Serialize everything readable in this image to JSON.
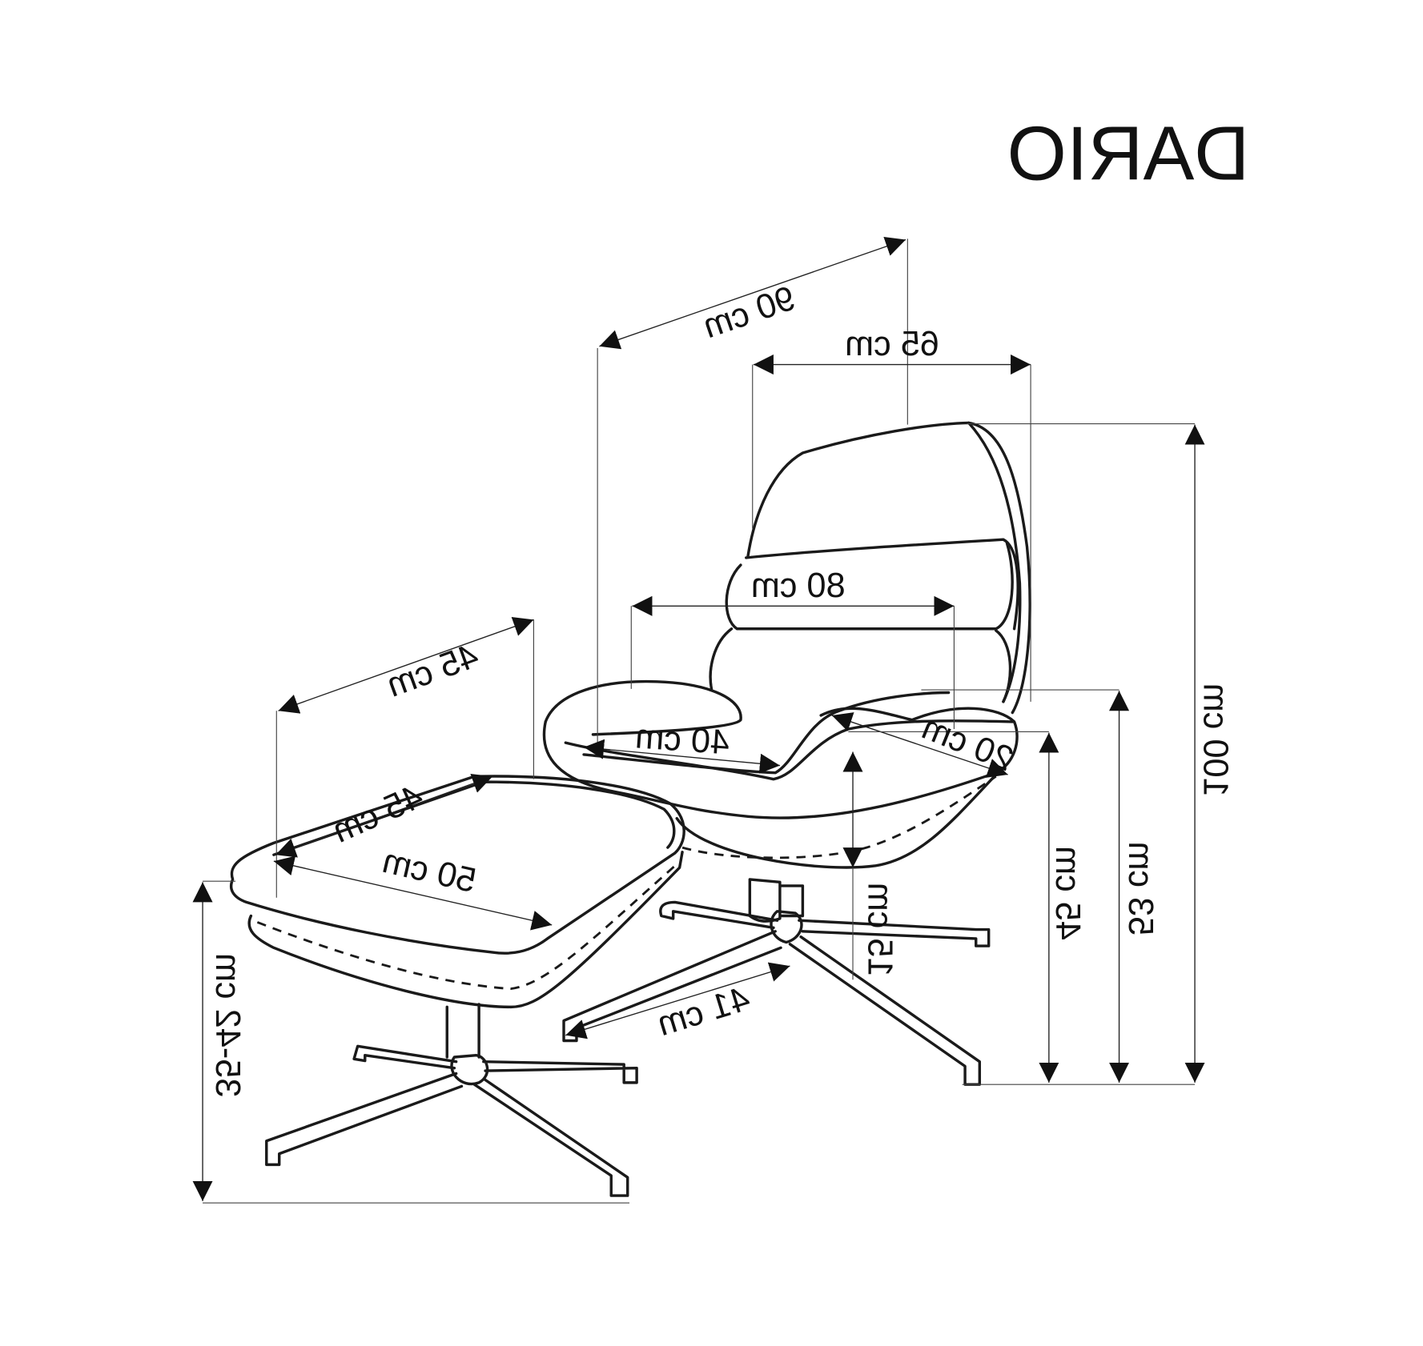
{
  "title": "DARIO",
  "dimensions": {
    "chair_depth": "90 cm",
    "backrest_width": "65 cm",
    "chair_width": "80 cm",
    "seat_depth": "40 cm",
    "armrest_width": "20 cm",
    "armrest_above_seat": "15 cm",
    "seat_height": "45 cm",
    "armrest_height": "53 cm",
    "total_height": "100 cm",
    "base_leg": "41 cm",
    "ottoman_depth": "45 cm",
    "ottoman_width_top": "45 cm",
    "ottoman_diagonal": "50 cm",
    "ottoman_height": "35-42 cm"
  },
  "colors": {
    "line": "#1a1a1a",
    "background": "#ffffff"
  }
}
